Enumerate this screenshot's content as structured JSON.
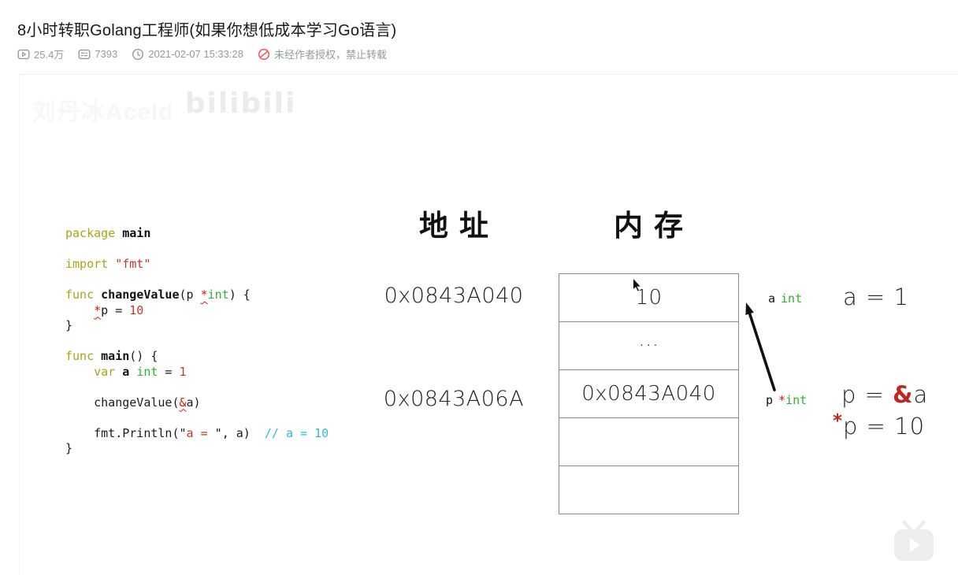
{
  "header": {
    "title": "8小时转职Golang工程师(如果你想低成本学习Go语言)",
    "stats": {
      "views": "25.4万",
      "danmaku": "7393",
      "publish_time": "2021-02-07 15:33:28",
      "copyright_notice": "未经作者授权，禁止转载"
    }
  },
  "slide": {
    "watermark": {
      "author": "刘丹冰Aceld",
      "logo": "bilibili"
    },
    "code_lines": [
      [
        {
          "t": "package",
          "c": "kw"
        },
        {
          "t": " ",
          "c": "pl"
        },
        {
          "t": "main",
          "c": "fn"
        }
      ],
      [],
      [
        {
          "t": "import",
          "c": "kw"
        },
        {
          "t": " ",
          "c": "pl"
        },
        {
          "t": "\"fmt\"",
          "c": "str"
        }
      ],
      [],
      [
        {
          "t": "func",
          "c": "kw"
        },
        {
          "t": " ",
          "c": "pl"
        },
        {
          "t": "changeValue",
          "c": "fn"
        },
        {
          "t": "(p ",
          "c": "pl"
        },
        {
          "t": "*",
          "c": "ptr"
        },
        {
          "t": "int",
          "c": "ty"
        },
        {
          "t": ") {",
          "c": "pl"
        }
      ],
      [
        {
          "t": "    ",
          "c": "pl"
        },
        {
          "t": "*",
          "c": "ptr"
        },
        {
          "t": "p = ",
          "c": "pl"
        },
        {
          "t": "10",
          "c": "num"
        }
      ],
      [
        {
          "t": "}",
          "c": "pl"
        }
      ],
      [],
      [
        {
          "t": "func",
          "c": "kw"
        },
        {
          "t": " ",
          "c": "pl"
        },
        {
          "t": "main",
          "c": "fn"
        },
        {
          "t": "() {",
          "c": "pl"
        }
      ],
      [
        {
          "t": "    ",
          "c": "pl"
        },
        {
          "t": "var",
          "c": "kw"
        },
        {
          "t": " ",
          "c": "pl"
        },
        {
          "t": "a",
          "c": "fn"
        },
        {
          "t": " ",
          "c": "pl"
        },
        {
          "t": "int",
          "c": "ty"
        },
        {
          "t": " = ",
          "c": "pl"
        },
        {
          "t": "1",
          "c": "num"
        }
      ],
      [],
      [
        {
          "t": "    changeValue(",
          "c": "pl"
        },
        {
          "t": "&",
          "c": "ptr"
        },
        {
          "t": "a)",
          "c": "pl"
        }
      ],
      [],
      [
        {
          "t": "    fmt.Println(",
          "c": "pl"
        },
        {
          "t": "\"",
          "c": "pl"
        },
        {
          "t": "a = ",
          "c": "str"
        },
        {
          "t": "\"",
          "c": "pl"
        },
        {
          "t": ", a)  ",
          "c": "pl"
        },
        {
          "t": "// a = 10",
          "c": "cm"
        }
      ],
      [
        {
          "t": "}",
          "c": "pl"
        }
      ]
    ],
    "diagram": {
      "address_header": "地址",
      "memory_header": "内存",
      "addresses": [
        "0x0843A040",
        "0x0843A06A"
      ],
      "memory_cells": [
        "10",
        "···",
        "0x0843A040",
        "",
        ""
      ],
      "label_a": {
        "name": "a",
        "type": "int"
      },
      "label_p": {
        "name": "p",
        "star": "*",
        "type": "int"
      },
      "note_a": "a = 1",
      "note_p": {
        "prefix": "p = ",
        "amp": "&",
        "var": "a"
      },
      "note_deref": {
        "star": "*",
        "text": "p = 10"
      }
    },
    "colors": {
      "keyword": "#a8a416",
      "type_green": "#30b230",
      "literal_red": "#bf3a28",
      "pointer_red": "#cc1b12",
      "comment_cyan": "#35b8d8",
      "notice_red": "#f25d5d",
      "stat_gray": "#9499a0"
    }
  }
}
